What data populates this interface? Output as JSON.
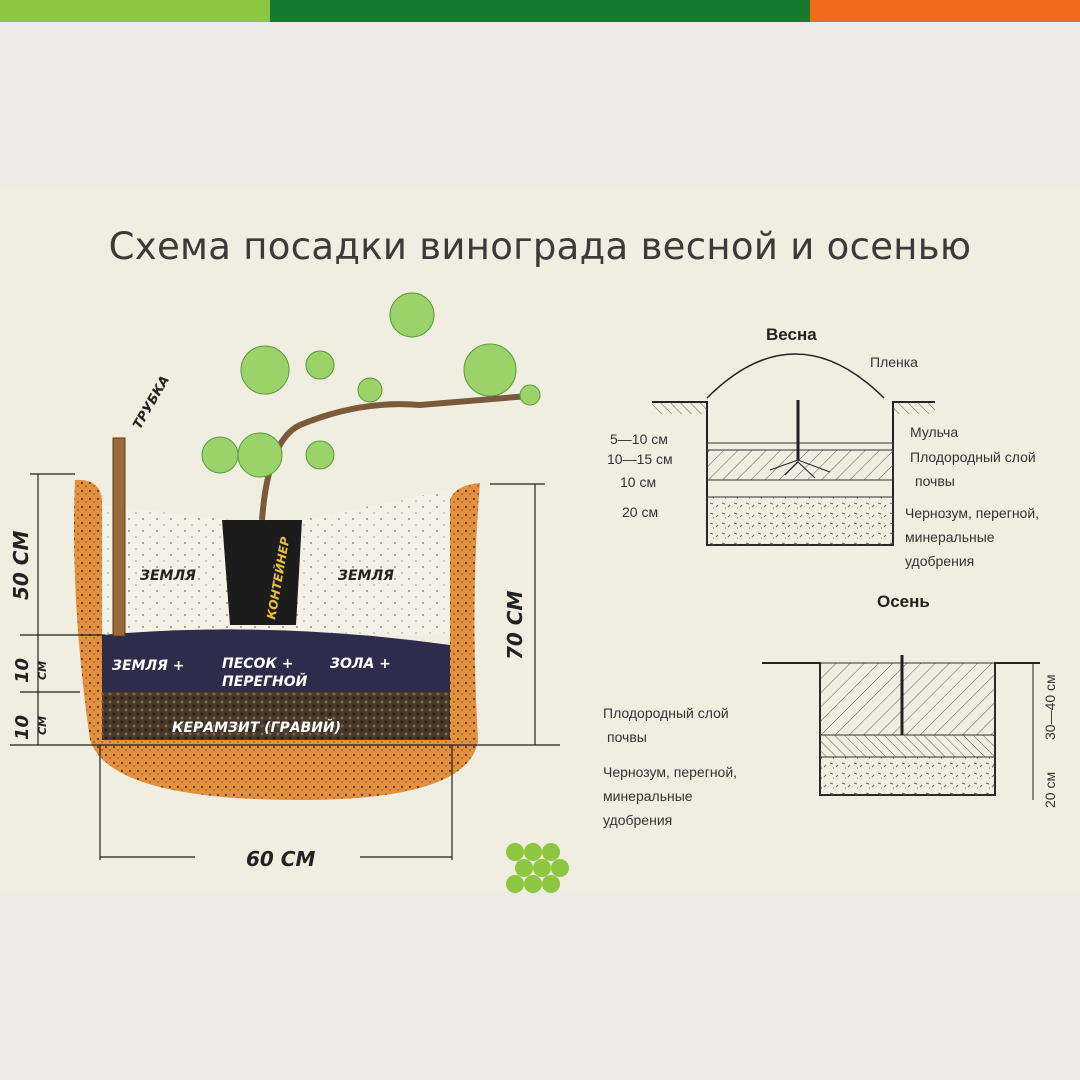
{
  "colors": {
    "bar_left": "#8dc63f",
    "bar_mid": "#17792f",
    "bar_right": "#f36a1d",
    "panel": "#efeee0"
  },
  "title": "Схема посадки винограда весной и осенью",
  "main_diagram": {
    "tube_label": "ТРУБКА",
    "container_label": "КОНТЕЙНЕР",
    "soil_left": "ЗЕМЛЯ",
    "soil_right": "ЗЕМЛЯ",
    "mix_1": "ЗЕМЛЯ +",
    "mix_2": "ПЕСОК +",
    "mix_2b": "ПЕРЕГНОЙ",
    "mix_3": "ЗОЛА +",
    "drainage": "КЕРАМЗИТ (ГРАВИЙ)",
    "dim_50": "50 СМ",
    "dim_10a": "10",
    "dim_10a_unit": "СМ",
    "dim_10b": "10",
    "dim_10b_unit": "СМ",
    "dim_70": "70 СМ",
    "dim_60": "60 СМ"
  },
  "spring": {
    "heading": "Весна",
    "film": "Пленка",
    "mulch": "Мульча",
    "fertile_1": "Плодородный слой",
    "fertile_2": "почвы",
    "mix_1": "Чернозум, перегной,",
    "mix_2": "минеральные",
    "mix_3": "удобрения",
    "d1": "5—10 см",
    "d2": "10—15 см",
    "d3": "10  см",
    "d4": "20  см"
  },
  "autumn": {
    "heading": "Осень",
    "fertile_1": "Плодородный слой",
    "fertile_2": "почвы",
    "mix_1": "Чернозум, перегной,",
    "mix_2": "минеральные",
    "mix_3": "удобрения",
    "d1": "30—40 см",
    "d2": "20  см"
  }
}
